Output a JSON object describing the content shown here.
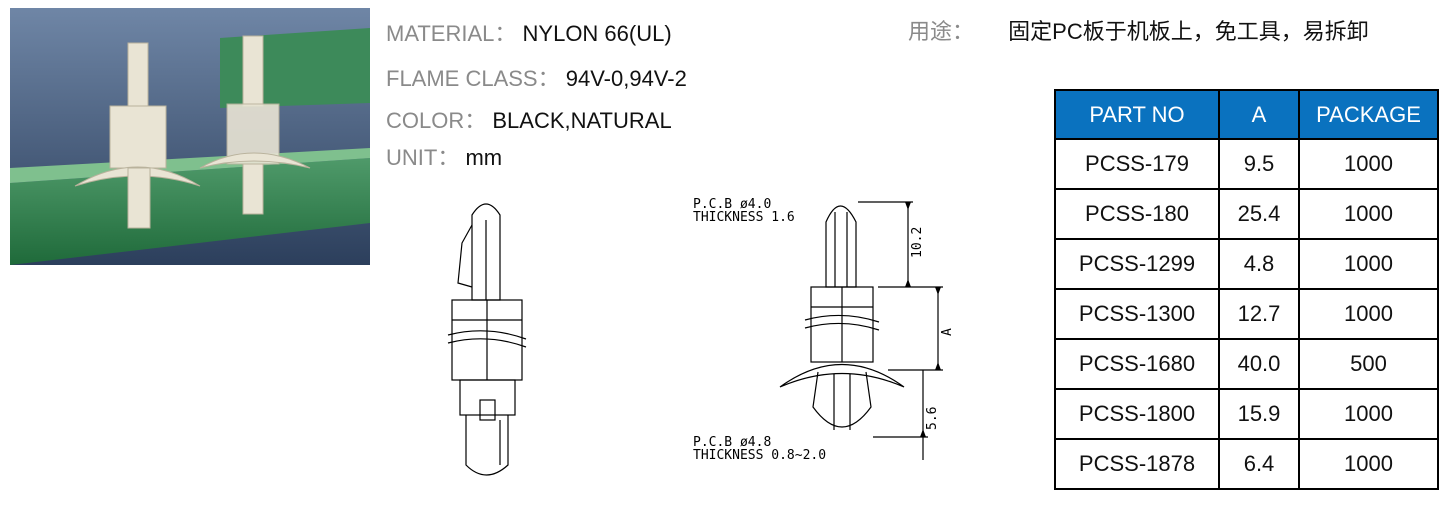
{
  "specs": {
    "material": {
      "label": "MATERIAL：",
      "value": "NYLON 66(UL)"
    },
    "flame": {
      "label": "FLAME CLASS：",
      "value": "94V-0,94V-2"
    },
    "color": {
      "label": "COLOR：",
      "value": "BLACK,NATURAL"
    },
    "unit": {
      "label": "UNIT：",
      "value": "mm"
    }
  },
  "usage": {
    "label": "用途：",
    "value": "固定PC板于机板上，免工具，易拆卸"
  },
  "drawing": {
    "pcb_top_line1": "P.C.B ø4.0",
    "pcb_top_line2": "THICKNESS 1.6",
    "pcb_bottom_line1": "P.C.B ø4.8",
    "pcb_bottom_line2": "THICKNESS 0.8~2.0",
    "dim_top": "10.2",
    "dim_mid": "A",
    "dim_bottom": "5.6"
  },
  "table": {
    "headers": [
      "PART NO",
      "A",
      "PACKAGE"
    ],
    "rows": [
      [
        "PCSS-179",
        "9.5",
        "1000"
      ],
      [
        "PCSS-180",
        "25.4",
        "1000"
      ],
      [
        "PCSS-1299",
        "4.8",
        "1000"
      ],
      [
        "PCSS-1300",
        "12.7",
        "1000"
      ],
      [
        "PCSS-1680",
        "40.0",
        "500"
      ],
      [
        "PCSS-1800",
        "15.9",
        "1000"
      ],
      [
        "PCSS-1878",
        "6.4",
        "1000"
      ]
    ],
    "header_color": "#0a72bf"
  }
}
